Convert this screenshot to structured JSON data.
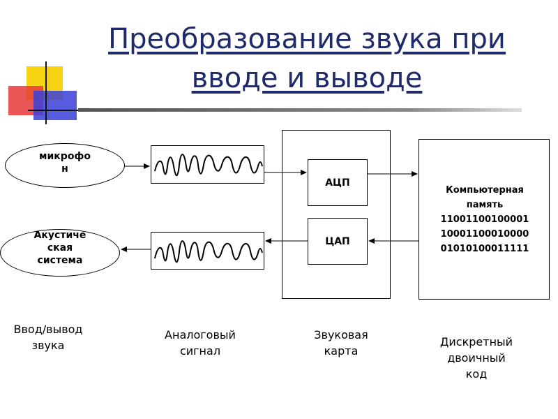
{
  "title": "Преобразование звука при\nвводе и выводе",
  "nodes": {
    "microphone": "микрофо\nн",
    "speaker": "Акустиче\nская\nсистема",
    "adc": "АЦП",
    "dac": "ЦАП",
    "memory": "Компьютерная\nпамять\n11001100100001\n10001100010000\n01010100011111"
  },
  "captions": {
    "io": "Ввод/вывод\nзвука",
    "analog": "Аналоговый\nсигнал",
    "sound_card": "Звуковая\nкарта",
    "digital": "Дискретный\nдвоичный\nкод"
  }
}
